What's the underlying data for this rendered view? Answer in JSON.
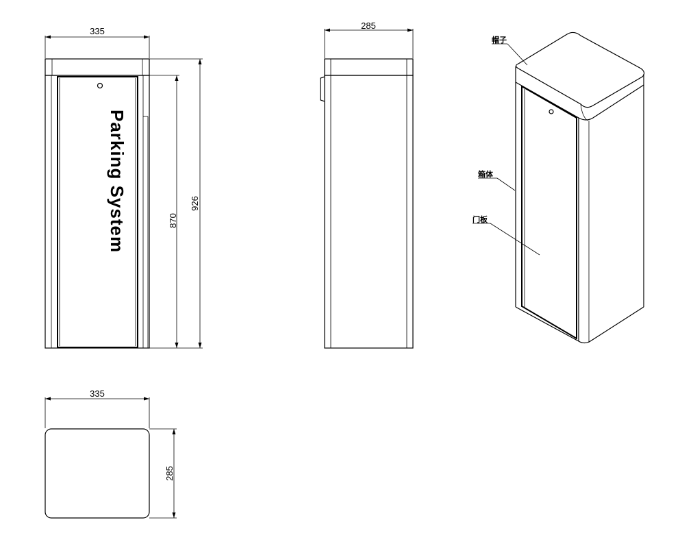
{
  "front_view": {
    "width_dim": "335",
    "height_inner_dim": "870",
    "height_total_dim": "926",
    "door_text": "Parking System"
  },
  "side_view": {
    "width_dim": "285"
  },
  "top_view": {
    "width_dim": "335",
    "depth_dim": "285"
  },
  "iso_view": {
    "label_cap": "帽子",
    "label_body": "箱体",
    "label_door": "门板"
  }
}
